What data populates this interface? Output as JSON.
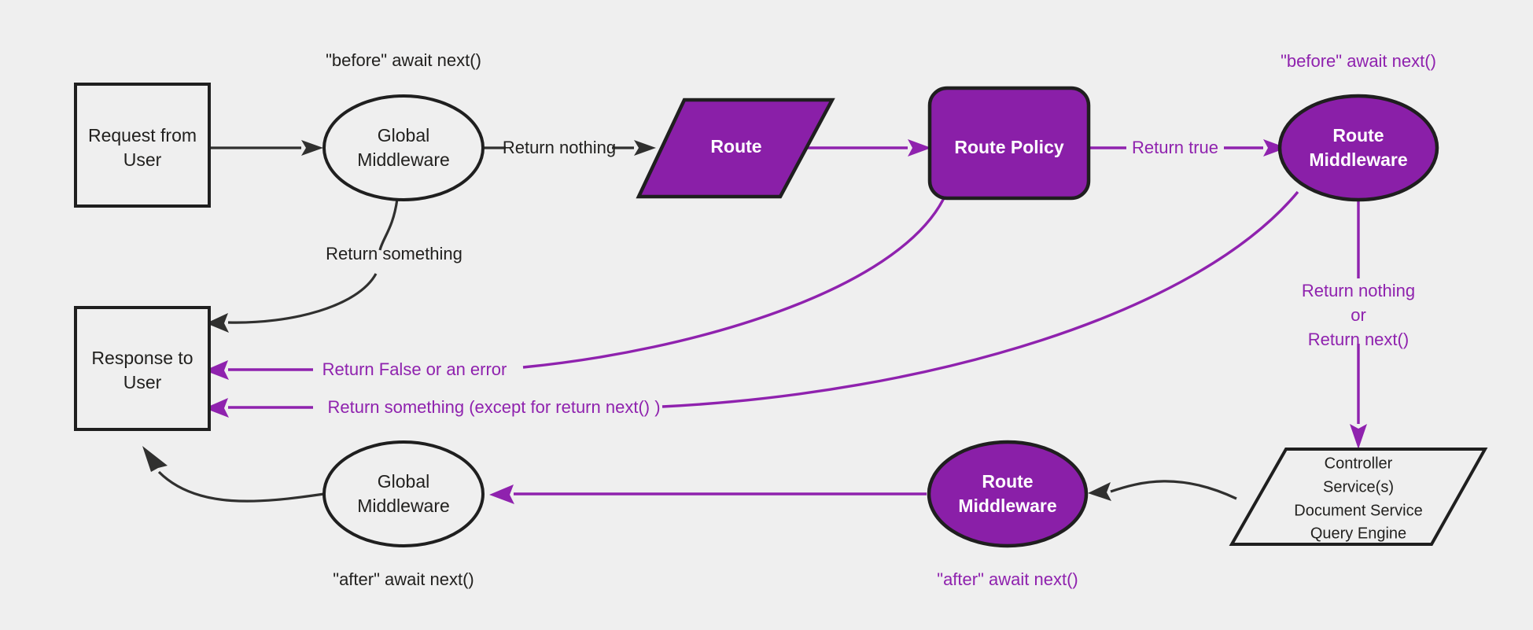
{
  "diagram": {
    "background_color": "#efefef",
    "accent_color": "#8a1fa8",
    "line_color": "#8f22ae",
    "dark_color": "#30302f",
    "nodes": {
      "request_from_user": {
        "line1": "Request from",
        "line2": "User"
      },
      "global_middleware_before": {
        "line1": "Global",
        "line2": "Middleware"
      },
      "route": {
        "line1": "Route"
      },
      "route_policy": {
        "line1": "Route Policy"
      },
      "route_middleware_before": {
        "line1": "Route",
        "line2": "Middleware"
      },
      "controller_stack": {
        "line1": "Controller",
        "line2": "Service(s)",
        "line3": "Document Service",
        "line4": "Query Engine"
      },
      "route_middleware_after": {
        "line1": "Route",
        "line2": "Middleware"
      },
      "global_middleware_after": {
        "line1": "Global",
        "line2": "Middleware"
      },
      "response_to_user": {
        "line1": "Response to",
        "line2": "User"
      }
    },
    "annotations": {
      "before_await_next_global": "\"before\" await next()",
      "before_await_next_route": "\"before\" await next()",
      "after_await_next_global": "\"after\" await next()",
      "after_await_next_route": "\"after\" await next()"
    },
    "edge_labels": {
      "return_nothing": "Return nothing",
      "return_something": "Return something",
      "return_true": "Return true",
      "return_false_or_error": "Return False or an error",
      "return_something_except": "Return something (except for return next() )",
      "return_nothing_or_next_1": "Return nothing",
      "return_nothing_or_next_2": "or",
      "return_nothing_or_next_3": "Return next()"
    }
  }
}
